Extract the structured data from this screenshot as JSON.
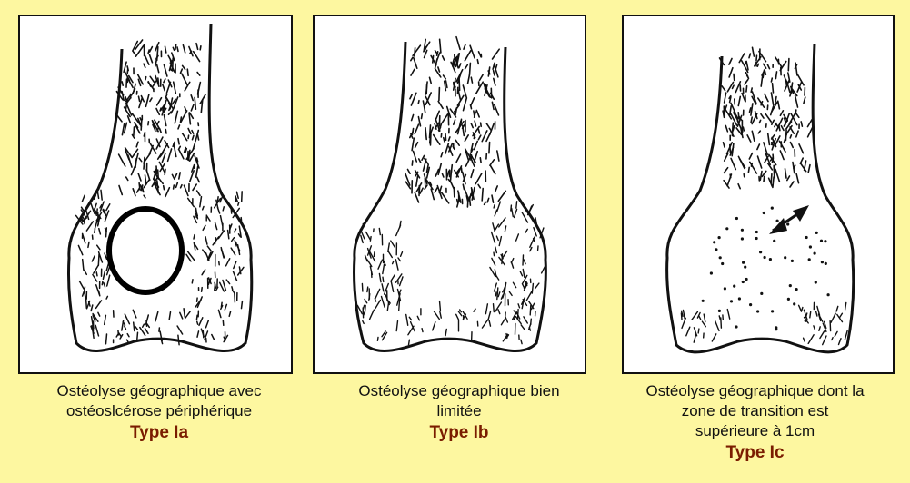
{
  "panels": [
    {
      "description": "Ostéolyse géographique avec ostéoslcérose périphérique",
      "desc_line1": "Ostéolyse géographique avec",
      "desc_line2": "ostéoslcérose périphérique",
      "type": "Type Ia"
    },
    {
      "description": "Ostéolyse géographique bien limitée",
      "desc_line1": "Ostéolyse géographique bien",
      "desc_line2": "limitée",
      "type": "Type Ib"
    },
    {
      "description": "Ostéolyse géographique dont la zone de transition est supérieure à 1cm",
      "desc_line1": "Ostéolyse géographique dont la",
      "desc_line2": "zone de transition est",
      "desc_line3": "supérieure à 1cm",
      "type": "Type Ic"
    }
  ],
  "colors": {
    "background": "#fdf7a0",
    "type_label": "#7a1c00"
  }
}
